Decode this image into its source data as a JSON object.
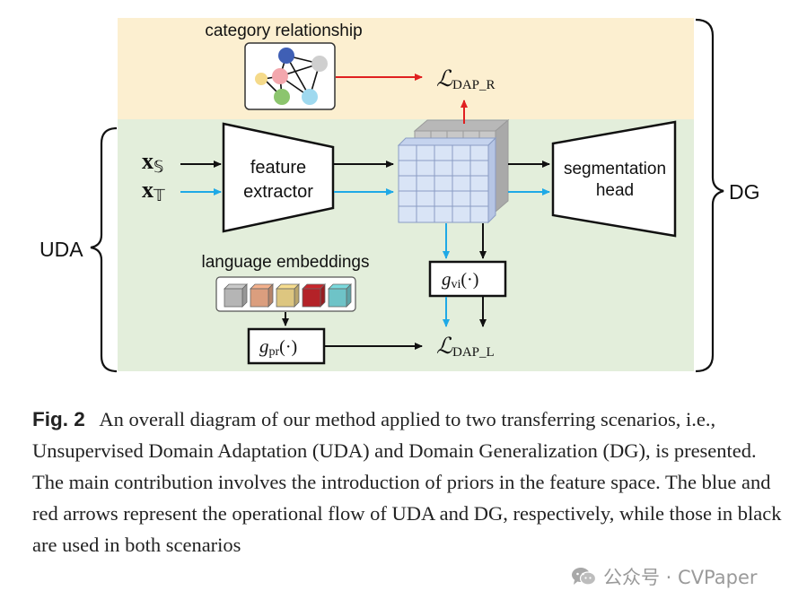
{
  "colors": {
    "dg_region": "#fcefd0",
    "uda_region": "#e3eedb",
    "blue_arrow": "#1fa9e6",
    "red_arrow": "#e02020",
    "black_arrow": "#111111",
    "cube_front": "#d7e2f5",
    "cube_back": "#c8c8c8"
  },
  "diagram": {
    "category_relationship_label": "category relationship",
    "feature_extractor_line1": "feature",
    "feature_extractor_line2": "extractor",
    "segmentation_head_line1": "segmentation",
    "segmentation_head_line2": "head",
    "language_embeddings_label": "language embeddings",
    "input_source": "x",
    "input_source_sub": "𝕊",
    "input_target": "x",
    "input_target_sub": "𝕋",
    "loss_r_main": "ℒ",
    "loss_r_sub": "DAP_R",
    "loss_l_main": "ℒ",
    "loss_l_sub": "DAP_L",
    "g_vi_main": "g",
    "g_vi_sub": "vi",
    "g_vi_arg": "(·)",
    "g_pr_main": "g",
    "g_pr_sub": "pr",
    "g_pr_arg": "(·)",
    "uda_label": "UDA",
    "dg_label": "DG",
    "graph_nodes": [
      {
        "name": "graph-node-blue",
        "color": "#3f5fb5"
      },
      {
        "name": "graph-node-grey",
        "color": "#cfcfcf"
      },
      {
        "name": "graph-node-pink",
        "color": "#f3a7ad"
      },
      {
        "name": "graph-node-yellow",
        "color": "#f5da8a"
      },
      {
        "name": "graph-node-green",
        "color": "#8cc56e"
      },
      {
        "name": "graph-node-cyan",
        "color": "#9fd9ef"
      }
    ],
    "embedding_colors": [
      "#c9c9c9",
      "#f3b08c",
      "#f6dc8e",
      "#c8262c",
      "#7ad9dd"
    ]
  },
  "caption": {
    "fig_label": "Fig. 2",
    "text": "An overall diagram of our method applied to two transferring scenarios, i.e., Unsupervised Domain Adaptation (UDA) and Domain Generalization (DG), is presented. The main contribution involves the introduction of priors in the feature space. The blue and red arrows represent the operational flow of UDA and DG, respectively, while those in black are used in both scenarios"
  },
  "watermark": {
    "text": "公众号 · CVPaper",
    "icon": "wechat-icon"
  }
}
